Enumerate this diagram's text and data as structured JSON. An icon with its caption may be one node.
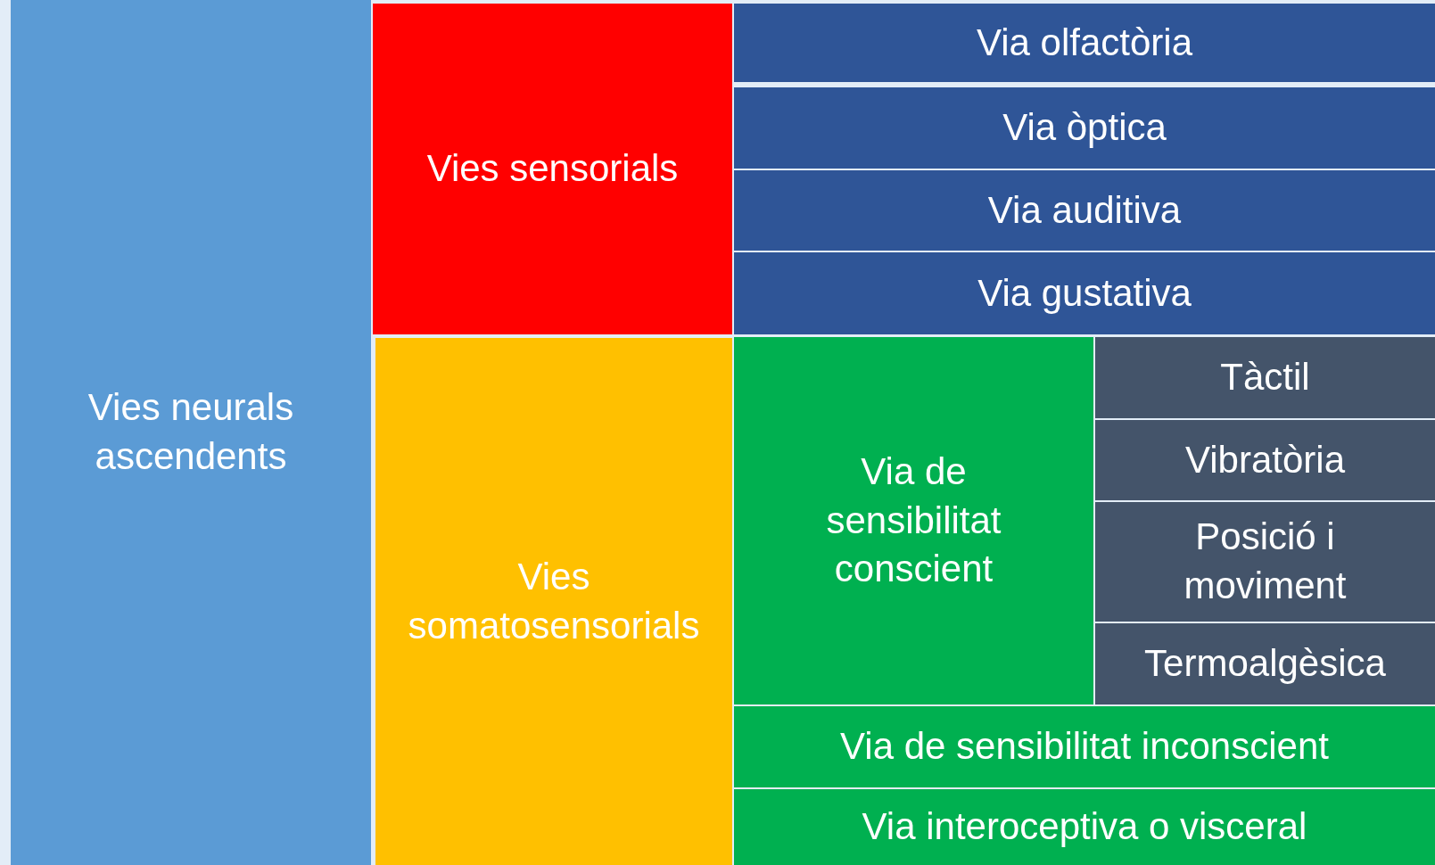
{
  "diagram": {
    "nodes": [
      {
        "text": [
          "Vies neurals ascendents"
        ]
      },
      {
        "text": [
          "Vies sensorials"
        ]
      },
      {
        "text": [
          "Via olfactòria"
        ]
      },
      {
        "text": [
          "Via òptica"
        ]
      },
      {
        "text": [
          "Via auditiva"
        ]
      },
      {
        "text": [
          "Via gustativa"
        ]
      },
      {
        "text": [
          "Vies somatosensorials"
        ]
      },
      {
        "text": [
          "Via de sensibilitat conscient"
        ]
      },
      {
        "text": [
          "Tàctil"
        ]
      },
      {
        "text": [
          "Vibratòria"
        ]
      },
      {
        "text": [
          "Posició i moviment"
        ]
      },
      {
        "text": [
          "Termoalgèsica"
        ]
      },
      {
        "text": [
          "Via de sensibilitat inconscient"
        ]
      },
      {
        "text": [
          "Via interoceptiva o visceral"
        ]
      }
    ]
  }
}
